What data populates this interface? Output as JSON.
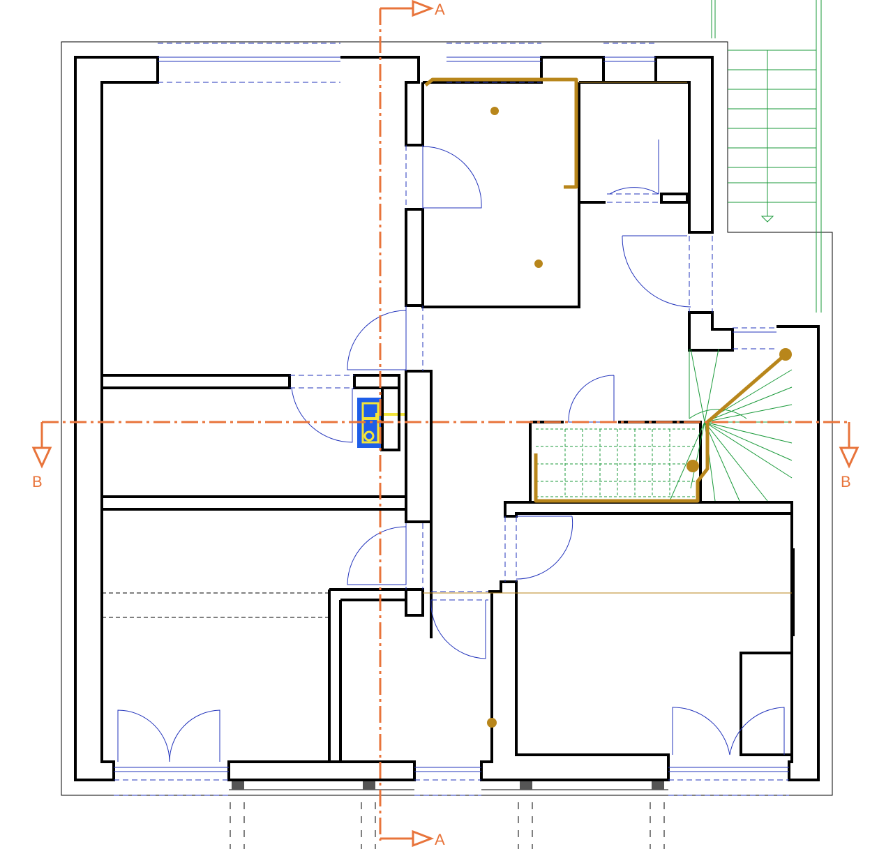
{
  "drawing": {
    "section_marks": {
      "a_top": "A",
      "a_bottom": "A",
      "b_left": "B",
      "b_right": "B"
    }
  },
  "colors": {
    "walls": "#000000",
    "windows_doors": "#2233bb",
    "stairs": "#1a9a3a",
    "installations": "#b8861b",
    "section_lines": "#e8743b",
    "fixture_fill": "#1e5ee8",
    "fixture_accent": "#f2e43a"
  }
}
